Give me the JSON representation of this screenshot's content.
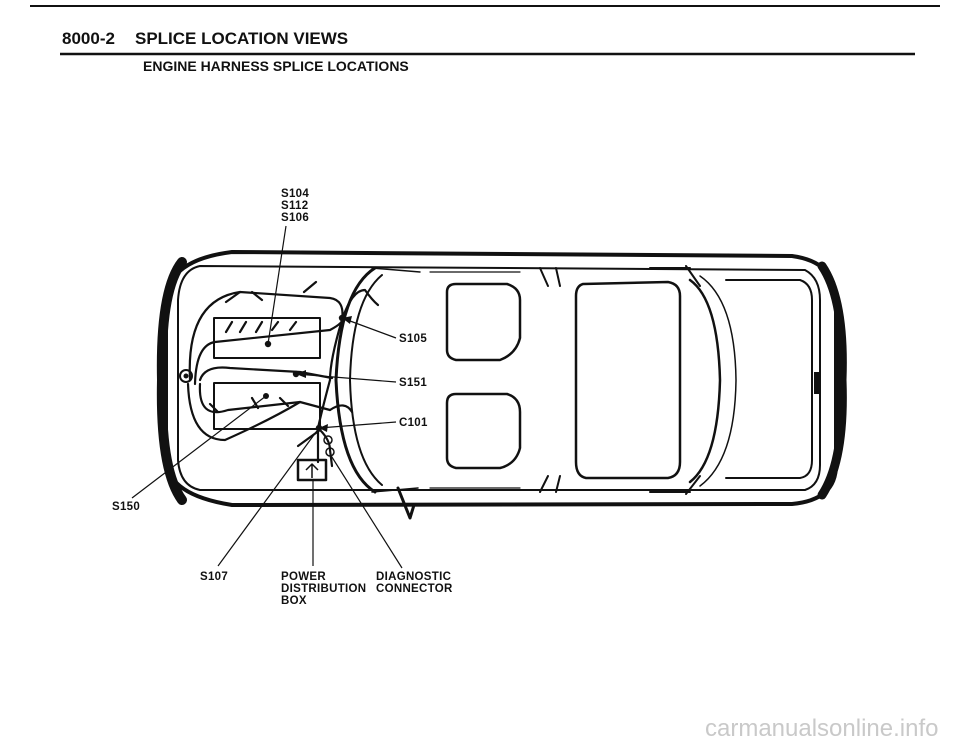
{
  "header": {
    "section": "8000-2",
    "title": "SPLICE LOCATION VIEWS",
    "subtitle": "ENGINE HARNESS SPLICE LOCATIONS"
  },
  "callouts": {
    "s104": "S104",
    "s112": "S112",
    "s106": "S106",
    "s105": "S105",
    "s151": "S151",
    "c101": "C101",
    "s150": "S150",
    "s107": "S107",
    "pdb_line1": "POWER",
    "pdb_line2": "DISTRIBUTION",
    "pdb_line3": "BOX",
    "diag_line1": "DIAGNOSTIC",
    "diag_line2": "CONNECTOR"
  },
  "watermark": "carmanualsonline.info"
}
